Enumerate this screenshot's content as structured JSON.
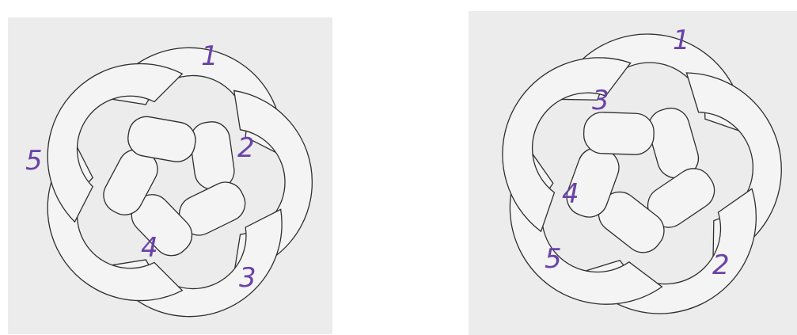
{
  "diagrams": [
    {
      "id": "left",
      "labels": [
        "1",
        "2",
        "3",
        "4",
        "5"
      ]
    },
    {
      "id": "right",
      "labels": [
        "1",
        "3",
        "4",
        "5",
        "2"
      ]
    }
  ],
  "colors": {
    "paper": "#ececec",
    "strand_fill": "#f4f4f4",
    "strand_outline": "#2e2e2e",
    "label_ink": "#6a42a8"
  }
}
